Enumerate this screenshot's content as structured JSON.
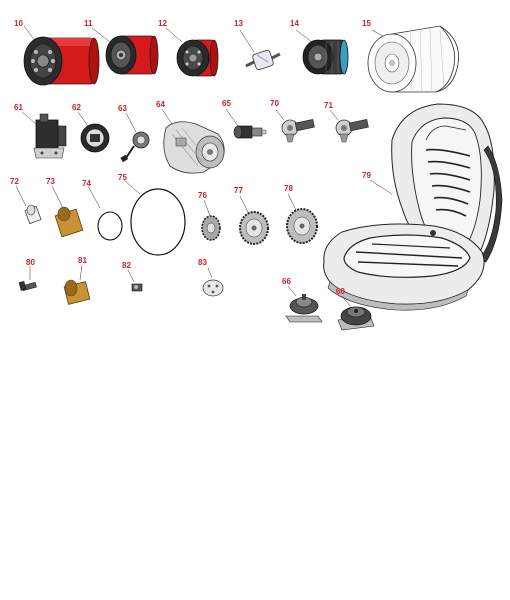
{
  "diagram": {
    "label_color": "#d42020",
    "parts": [
      {
        "id": "10",
        "name": "oil-filter-large"
      },
      {
        "id": "11",
        "name": "oil-filter-red"
      },
      {
        "id": "12",
        "name": "oil-filter-small"
      },
      {
        "id": "13",
        "name": "inline-fuel-filter"
      },
      {
        "id": "14",
        "name": "hydraulic-filter"
      },
      {
        "id": "15",
        "name": "air-filter-element"
      },
      {
        "id": "61",
        "name": "voltage-regulator"
      },
      {
        "id": "62",
        "name": "ignition-switch-cover"
      },
      {
        "id": "63",
        "name": "ignition-switch-with-key"
      },
      {
        "id": "64",
        "name": "alternator"
      },
      {
        "id": "65",
        "name": "sensor-connector"
      },
      {
        "id": "70",
        "name": "tie-rod-end-left"
      },
      {
        "id": "71",
        "name": "tie-rod-end-right"
      },
      {
        "id": "72",
        "name": "bushing-small"
      },
      {
        "id": "73",
        "name": "bushing-bronze"
      },
      {
        "id": "74",
        "name": "o-ring-small"
      },
      {
        "id": "75",
        "name": "o-ring-large"
      },
      {
        "id": "76",
        "name": "pinion-gear"
      },
      {
        "id": "77",
        "name": "spur-gear"
      },
      {
        "id": "78",
        "name": "spur-gear-large"
      },
      {
        "id": "79",
        "name": "operator-seat"
      },
      {
        "id": "80",
        "name": "bolt"
      },
      {
        "id": "81",
        "name": "bushing-flanged"
      },
      {
        "id": "82",
        "name": "clip"
      },
      {
        "id": "83",
        "name": "cover-plate"
      },
      {
        "id": "66",
        "name": "isolator-mount"
      },
      {
        "id": "60",
        "name": "isolator-mount-round"
      }
    ]
  }
}
